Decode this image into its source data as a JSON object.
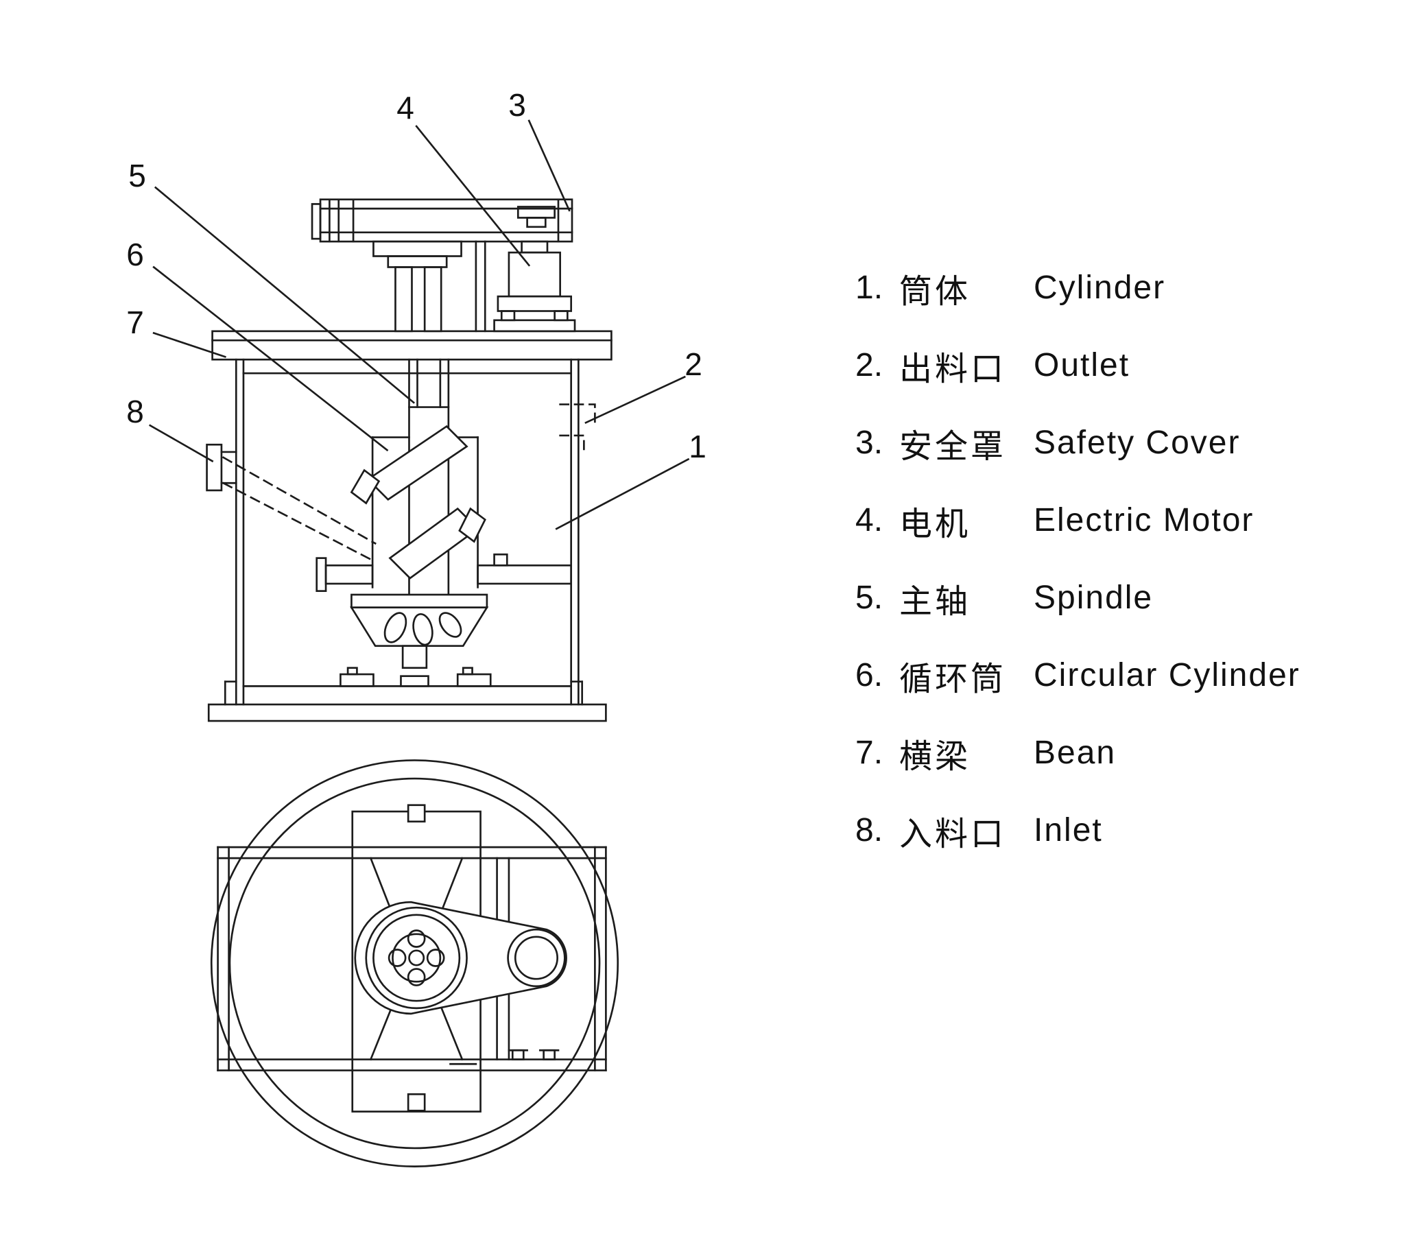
{
  "figure": {
    "background": "#ffffff",
    "line_color": "#1c1c1c",
    "description": "Technical drawing of mixer: front sectional view and top view with numbered part callouts"
  },
  "callouts": [
    {
      "label": "4"
    },
    {
      "label": "3"
    },
    {
      "label": "5"
    },
    {
      "label": "6"
    },
    {
      "label": "7"
    },
    {
      "label": "8"
    },
    {
      "label": "2"
    },
    {
      "label": "1"
    }
  ],
  "legend": {
    "items": [
      {
        "num": "1.",
        "zh": "筒体",
        "en": "Cylinder"
      },
      {
        "num": "2.",
        "zh": "出料口",
        "en": "Outlet"
      },
      {
        "num": "3.",
        "zh": "安全罩",
        "en": "Safety Cover"
      },
      {
        "num": "4.",
        "zh": "电机",
        "en": "Electric Motor"
      },
      {
        "num": "5.",
        "zh": "主轴",
        "en": "Spindle"
      },
      {
        "num": "6.",
        "zh": "循环筒",
        "en": "Circular Cylinder"
      },
      {
        "num": "7.",
        "zh": "横梁",
        "en": "Bean"
      },
      {
        "num": "8.",
        "zh": "入料口",
        "en": "Inlet"
      }
    ]
  }
}
